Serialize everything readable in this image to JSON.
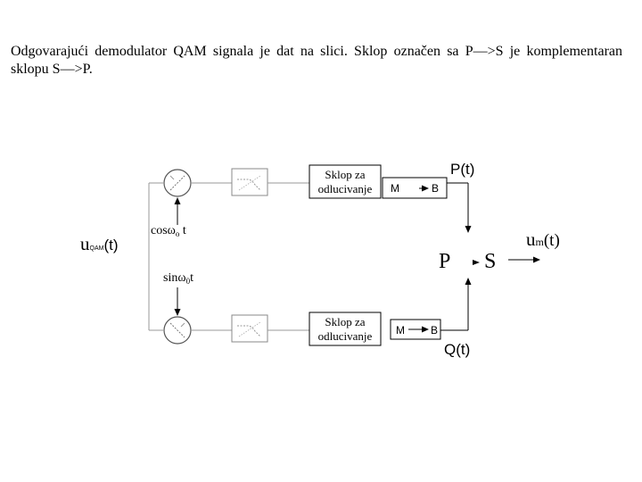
{
  "text": {
    "paragraph": "Odgovarajući demodulator QAM signala je dat na slici. Sklop označen sa P—>S je komplementaran sklopu S—>P."
  },
  "diagram": {
    "input_label_main": "u",
    "input_label_sub": "QAM",
    "input_label_tail": "(t)",
    "cos_label_main": "cosω",
    "cos_label_sub": "o",
    "cos_label_tail": " t",
    "sin_label_main": "sinω",
    "sin_label_sub": "0",
    "sin_label_tail": "t",
    "decision_top_line1": "Sklop za",
    "decision_top_line2": "odlucivanje",
    "decision_bottom_line1": "Sklop za",
    "decision_bottom_line2": "odlucivanje",
    "mb_top_m": "M",
    "mb_top_b": "B",
    "mb_bottom_m": "M",
    "mb_bottom_b": "B",
    "p_t_label": "P(t)",
    "q_t_label": "Q(t)",
    "ps_p": "P",
    "ps_s": "S",
    "output_label_main": "u",
    "output_label_sub": "m",
    "output_label_tail": "(t)"
  }
}
